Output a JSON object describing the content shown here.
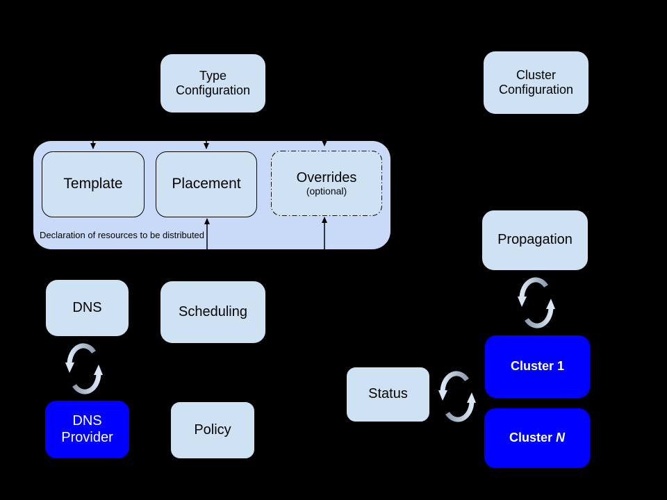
{
  "diagram": {
    "background": "#000000",
    "colors": {
      "group_fill": "#c9daf8",
      "node_fill": "#cfe2f3",
      "accent_fill": "#0000ff",
      "line": "#000000",
      "text_dark": "#000000",
      "text_light": "#ffffff",
      "sync_icon_light": "#d9e6f4",
      "sync_icon_dark": "#8e9eb0"
    },
    "nodes": {
      "type_configuration": {
        "lines": [
          "Type",
          "Configuration"
        ]
      },
      "cluster_configuration": {
        "lines": [
          "Cluster",
          "Configuration"
        ]
      },
      "template": {
        "label": "Template"
      },
      "placement": {
        "label": "Placement"
      },
      "overrides": {
        "label": "Overrides",
        "note": "(optional)"
      },
      "dns": {
        "label": "DNS"
      },
      "scheduling": {
        "label": "Scheduling"
      },
      "dns_provider": {
        "lines": [
          "DNS",
          "Provider"
        ]
      },
      "policy": {
        "label": "Policy"
      },
      "propagation": {
        "label": "Propagation"
      },
      "status": {
        "label": "Status"
      },
      "cluster_1": {
        "prefix": "Cluster",
        "suffix": "1"
      },
      "cluster_n": {
        "prefix": "Cluster",
        "suffix": "N"
      }
    },
    "group_declaration": {
      "caption": "Declaration of resources to be distributed"
    },
    "icons": {
      "sync": {
        "name": "sync-arrows-icon",
        "glyph": "two curved arrows forming a cycle",
        "count": 3
      }
    },
    "edges": [
      {
        "from": "type-configuration",
        "to": "template",
        "style": "solid-arrow-down"
      },
      {
        "from": "type-configuration",
        "to": "placement",
        "style": "solid-arrow-down"
      },
      {
        "from": "type-configuration",
        "to": "overrides",
        "style": "dashed-arrow-down"
      },
      {
        "from": "container-bottom",
        "to": "placement",
        "style": "solid-arrow-up"
      },
      {
        "from": "container-bottom",
        "to": "overrides",
        "style": "solid-arrow-up"
      },
      {
        "between": [
          "dns",
          "dns-provider"
        ],
        "style": "sync-cycle"
      },
      {
        "between": [
          "propagation",
          "cluster-1"
        ],
        "style": "sync-cycle"
      },
      {
        "between": [
          "status",
          "cluster-1"
        ],
        "style": "sync-cycle"
      }
    ]
  }
}
